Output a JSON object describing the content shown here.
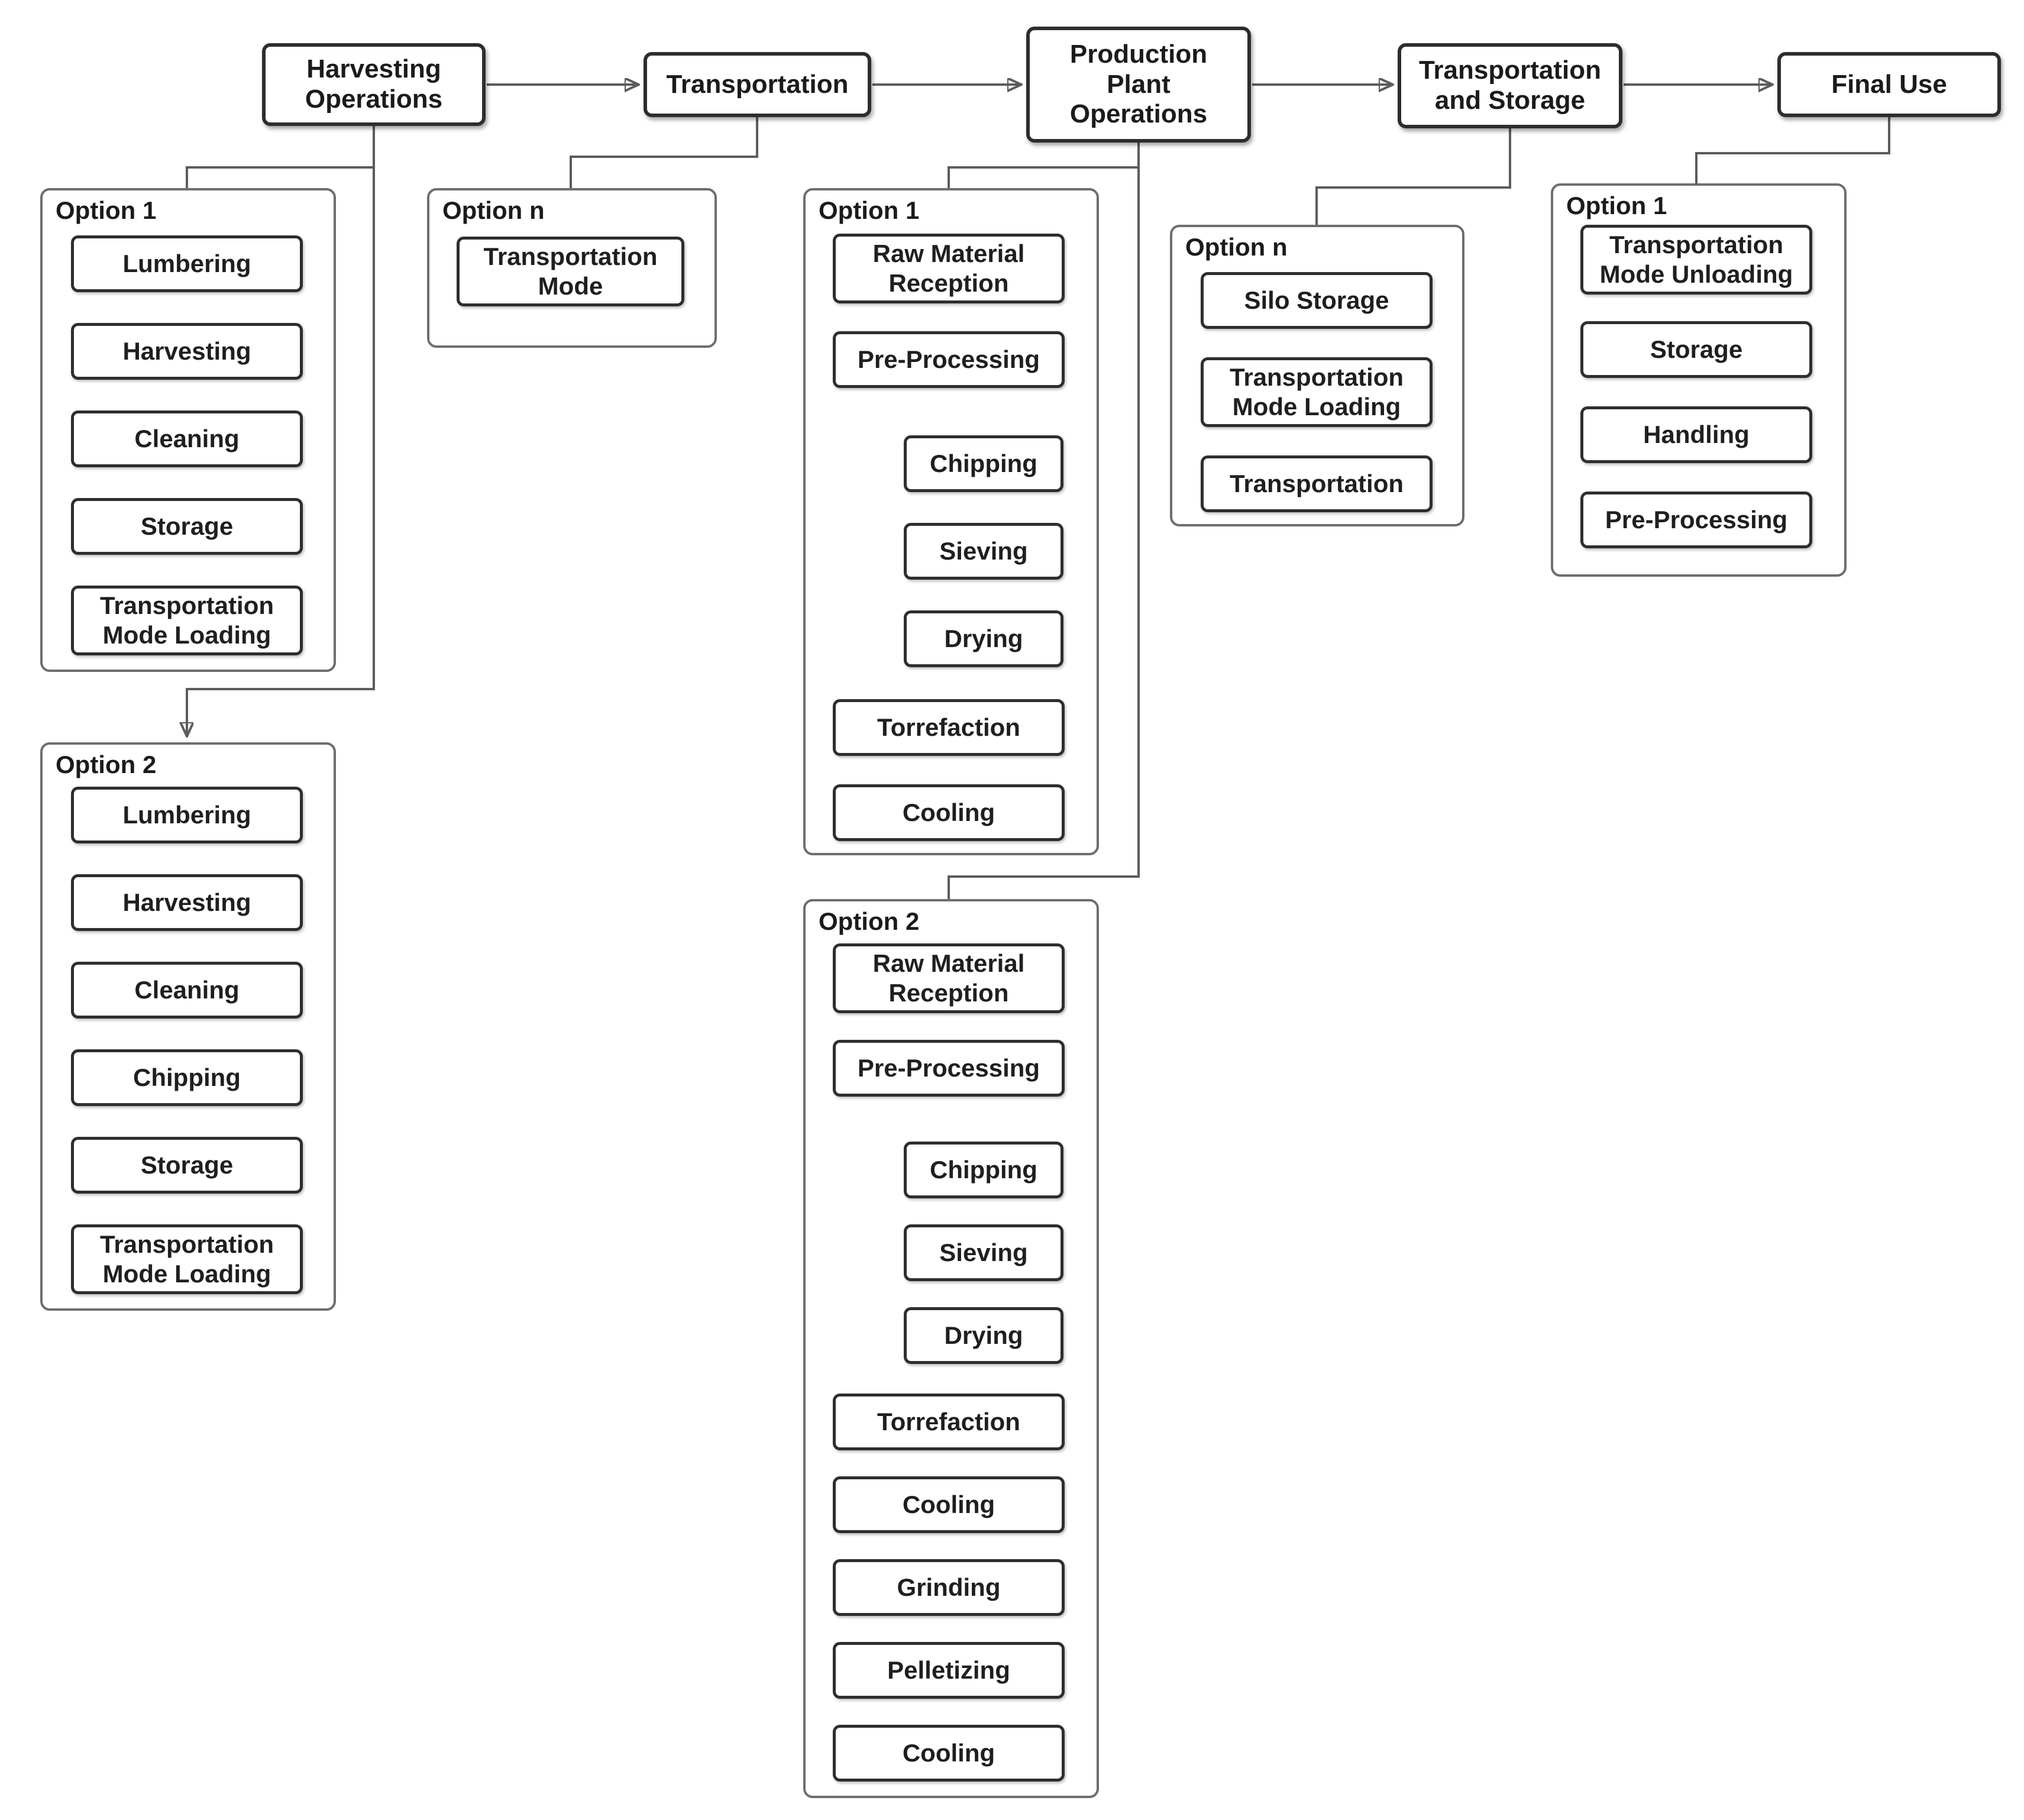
{
  "diagram": {
    "title": "Biomass torrefaction supply chain flowchart",
    "colors": {
      "background": "#ffffff",
      "node_border": "#2d2d2d",
      "group_border": "#6e6e6e",
      "connector": "#5c5c5c",
      "text": "#1b1b1b"
    },
    "top_flow": [
      {
        "id": "harvesting-operations",
        "label": "Harvesting\nOperations"
      },
      {
        "id": "transportation",
        "label": "Transportation"
      },
      {
        "id": "production-plant-operations",
        "label": "Production\nPlant\nOperations"
      },
      {
        "id": "transportation-and-storage",
        "label": "Transportation\nand Storage"
      },
      {
        "id": "final-use",
        "label": "Final Use"
      }
    ],
    "groups": [
      {
        "parent": "harvesting-operations",
        "label": "Option 1",
        "steps": [
          "Lumbering",
          "Harvesting",
          "Cleaning",
          "Storage",
          "Transportation\nMode Loading"
        ]
      },
      {
        "parent": "harvesting-operations",
        "label": "Option 2",
        "steps": [
          "Lumbering",
          "Harvesting",
          "Cleaning",
          "Chipping",
          "Storage",
          "Transportation\nMode Loading"
        ]
      },
      {
        "parent": "transportation",
        "label": "Option n",
        "steps": [
          "Transportation\nMode"
        ]
      },
      {
        "parent": "production-plant-operations",
        "label": "Option 1",
        "steps": [
          "Raw Material\nReception",
          "Pre-Processing",
          "Chipping",
          "Sieving",
          "Drying",
          "Torrefaction",
          "Cooling"
        ]
      },
      {
        "parent": "production-plant-operations",
        "label": "Option 2",
        "steps": [
          "Raw Material\nReception",
          "Pre-Processing",
          "Chipping",
          "Sieving",
          "Drying",
          "Torrefaction",
          "Cooling",
          "Grinding",
          "Pelletizing",
          "Cooling"
        ]
      },
      {
        "parent": "transportation-and-storage",
        "label": "Option n",
        "steps": [
          "Silo Storage",
          "Transportation\nMode Loading",
          "Transportation"
        ]
      },
      {
        "parent": "final-use",
        "label": "Option 1",
        "steps": [
          "Transportation\nMode Unloading",
          "Storage",
          "Handling",
          "Pre-Processing"
        ]
      }
    ]
  }
}
